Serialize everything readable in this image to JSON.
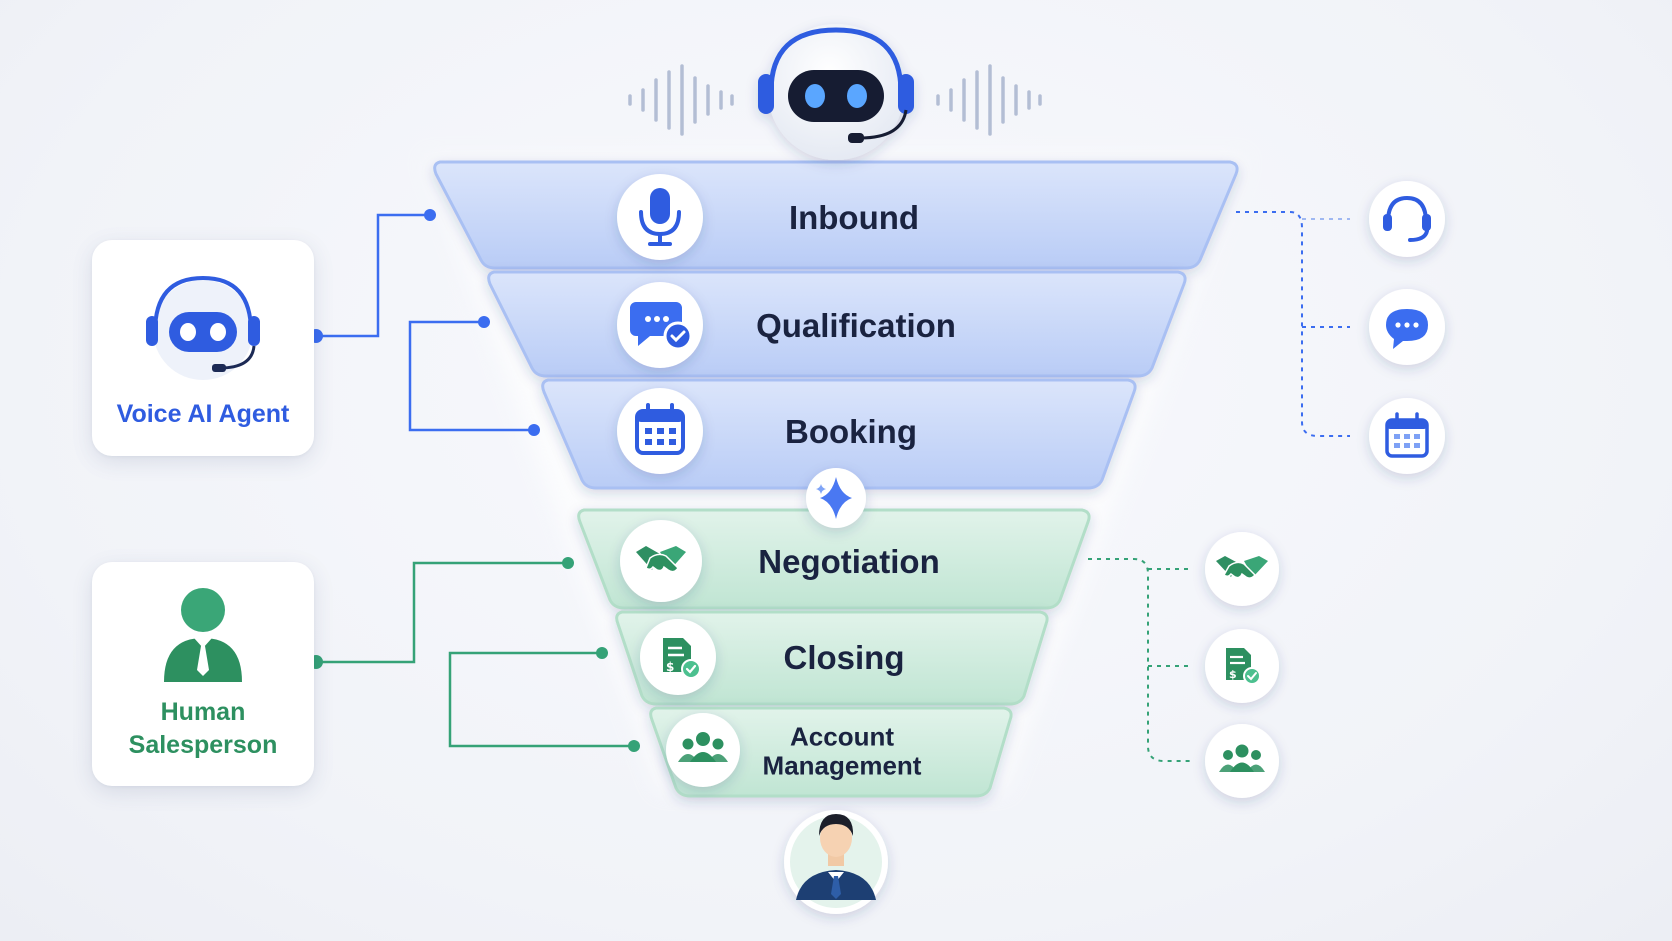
{
  "colors": {
    "ai_accent": "#3b6df0",
    "human_accent": "#35a277",
    "label_text": "#1a2340"
  },
  "roles": {
    "ai": {
      "label": "Voice AI Agent",
      "icon": "robot-headset-icon"
    },
    "human": {
      "label_line1": "Human",
      "label_line2": "Salesperson",
      "icon": "salesperson-icon"
    }
  },
  "stages": [
    {
      "label": "Inbound",
      "owner": "ai",
      "icon": "microphone-icon"
    },
    {
      "label": "Qualification",
      "owner": "ai",
      "icon": "chat-check-icon"
    },
    {
      "label": "Booking",
      "owner": "ai",
      "icon": "calendar-icon"
    },
    {
      "label": "Negotiation",
      "owner": "human",
      "icon": "handshake-icon"
    },
    {
      "label": "Closing",
      "owner": "human",
      "icon": "contract-icon"
    },
    {
      "label_line1": "Account",
      "label_line2": "Management",
      "owner": "human",
      "icon": "team-icon"
    }
  ],
  "side_icons": {
    "ai": [
      "headset-icon",
      "chat-bubble-icon",
      "calendar-icon"
    ],
    "human": [
      "handshake-icon",
      "contract-icon",
      "team-icon"
    ]
  }
}
